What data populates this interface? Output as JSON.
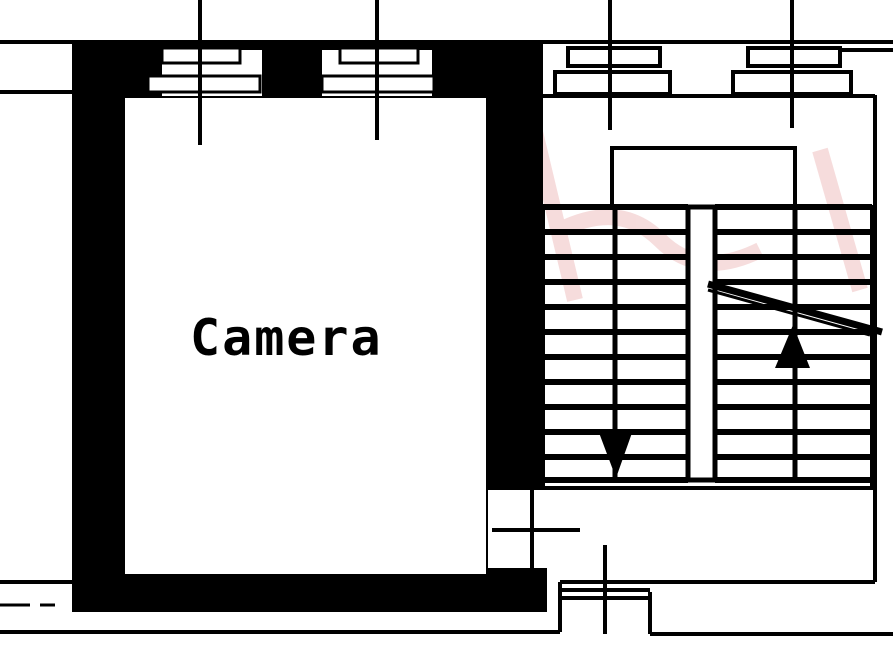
{
  "plan": {
    "room_label": "Camera",
    "colors": {
      "wall": "#000000",
      "background": "#ffffff",
      "watermark": "#f4d4d4"
    },
    "stairs": {
      "left_flight_direction": "down",
      "right_flight_direction": "up"
    }
  }
}
